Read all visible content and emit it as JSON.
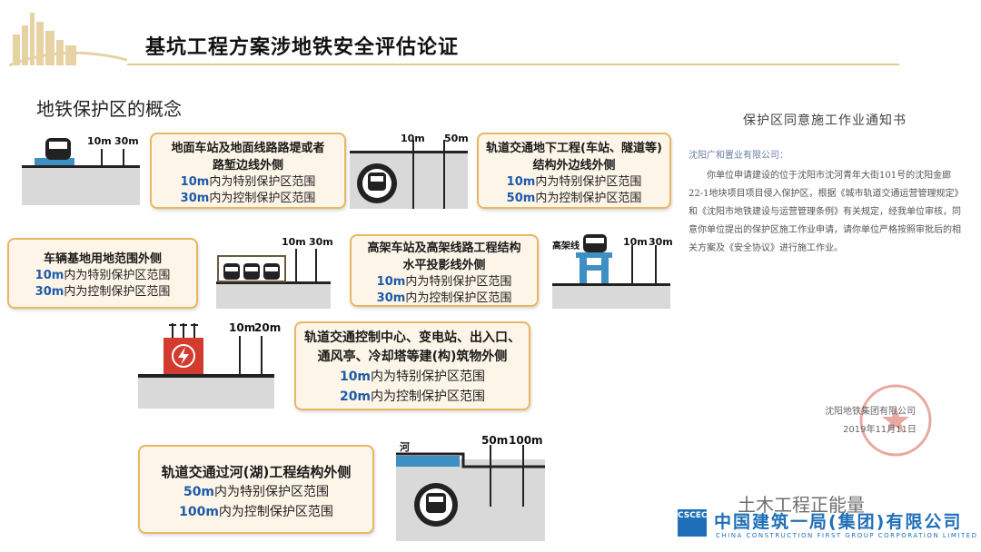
{
  "header": {
    "title": "基坑工程方案涉地铁安全评估论证"
  },
  "section": {
    "title": "地铁保护区的概念"
  },
  "cards": [
    {
      "heading": [
        "地面车站及地面线路路堤或者",
        "路堑边线外侧"
      ],
      "lines": [
        {
          "dist": "10m",
          "text": "内为特别保护区范围"
        },
        {
          "dist": "30m",
          "text": "内为控制保护区范围"
        }
      ]
    },
    {
      "heading": [
        "轨道交通地下工程(车站、隧道等)",
        "结构外边线外侧"
      ],
      "lines": [
        {
          "dist": "10m",
          "text": "内为特别保护区范围"
        },
        {
          "dist": "50m",
          "text": "内为控制保护区范围"
        }
      ]
    },
    {
      "heading": [
        "车辆基地用地范围外侧"
      ],
      "lines": [
        {
          "dist": "10m",
          "text": "内为特别保护区范围"
        },
        {
          "dist": "30m",
          "text": "内为控制保护区范围"
        }
      ]
    },
    {
      "heading": [
        "高架车站及高架线路工程结构",
        "水平投影线外侧"
      ],
      "lines": [
        {
          "dist": "10m",
          "text": "内为特别保护区范围"
        },
        {
          "dist": "30m",
          "text": "内为控制保护区范围"
        }
      ]
    },
    {
      "heading": [
        "轨道交通控制中心、变电站、出入口、",
        "通风亭、冷却塔等建(构)筑物外侧"
      ],
      "lines": [
        {
          "dist": "10m",
          "text": "内为特别保护区范围"
        },
        {
          "dist": "20m",
          "text": "内为控制保护区范围"
        }
      ]
    },
    {
      "heading": [
        "轨道交通过河(湖)工程结构外侧"
      ],
      "lines": [
        {
          "dist": "50m",
          "text": "内为特别保护区范围"
        },
        {
          "dist": "100m",
          "text": "内为控制保护区范围"
        }
      ]
    }
  ],
  "diagram_labels": {
    "d1": [
      "10m",
      "30m"
    ],
    "d2": [
      "10m",
      "50m"
    ],
    "d3": [
      "10m",
      "30m"
    ],
    "d4_tag": "高架线",
    "d4": [
      "10m",
      "30m"
    ],
    "d5": [
      "10m",
      "20m"
    ],
    "d6_tag": "河",
    "d6": [
      "50m",
      "100m"
    ]
  },
  "notice": {
    "title": "保护区同意施工作业通知书",
    "addressee": "沈阳广和置业有限公司：",
    "body": "你单位申请建设的位于沈阳市沈河青年大街101号的沈阳金廊22-1地块项目项目侵入保护区，根据《城市轨道交通运营管理规定》和《沈阳市地铁建设与运营管理条例》有关规定，经我单位审核，同意你单位提出的保护区施工作业申请，请你单位严格按照审批后的相关方案及《安全协议》进行施工作业。",
    "signer": "沈阳地铁集团有限公司",
    "date": "2019年11月11日"
  },
  "footer": {
    "watermark": "土木工程正能量",
    "logo_mark": "CSCEC",
    "company_cn": "中国建筑一局(集团)有限公司",
    "company_en": "CHINA CONSTRUCTION FIRST GROUP CORPORATION LIMITED"
  },
  "colors": {
    "card_border": "#e9b763",
    "card_bg": "#fdf5e8",
    "accent_blue": "#1d5aa8",
    "metro_blue": "#3d8fc4",
    "brand_blue": "#1e6fb8"
  }
}
